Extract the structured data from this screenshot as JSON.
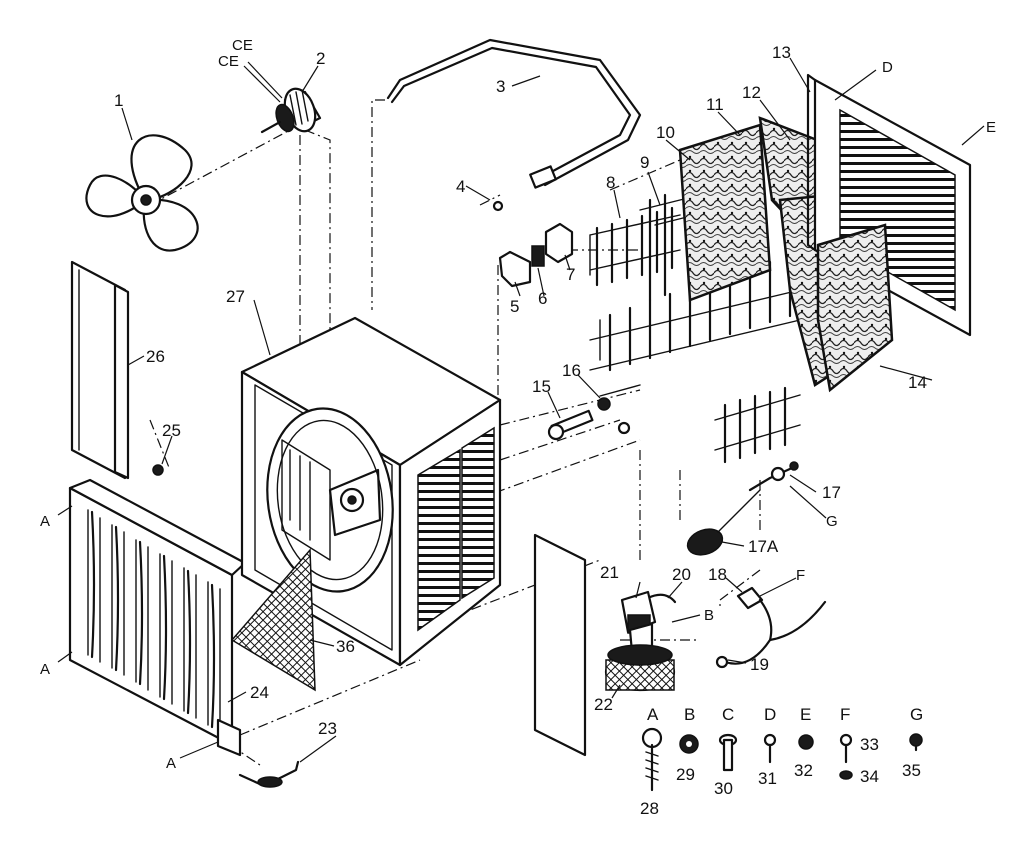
{
  "callouts": {
    "p1": "1",
    "p2": "2",
    "p3": "3",
    "p4": "4",
    "p5": "5",
    "p6": "6",
    "p7": "7",
    "p8": "8",
    "p9": "9",
    "p10": "10",
    "p11": "11",
    "p12": "12",
    "p13": "13",
    "p14": "14",
    "p15": "15",
    "p16": "16",
    "p17": "17",
    "p17a": "17A",
    "p18": "18",
    "p19": "19",
    "p20": "20",
    "p21": "21",
    "p22": "22",
    "p23": "23",
    "p24": "24",
    "p25": "25",
    "p26": "26",
    "p27": "27",
    "p36": "36"
  },
  "fastener_letters": {
    "a1": "A",
    "a2": "A",
    "a3": "A",
    "b1": "B",
    "d1": "D",
    "e1": "E",
    "f1": "F",
    "g1": "G",
    "ce1": "CE",
    "ce2": "CE"
  },
  "hardware_legend": [
    {
      "letter": "A",
      "number": "28"
    },
    {
      "letter": "B",
      "number": "29"
    },
    {
      "letter": "C",
      "number": "30"
    },
    {
      "letter": "D",
      "number": "31"
    },
    {
      "letter": "E",
      "number": "32"
    },
    {
      "letter": "F",
      "number": "33",
      "number2": "34"
    },
    {
      "letter": "G",
      "number": "35"
    }
  ],
  "colors": {
    "ink": "#111111",
    "paper": "#ffffff"
  }
}
